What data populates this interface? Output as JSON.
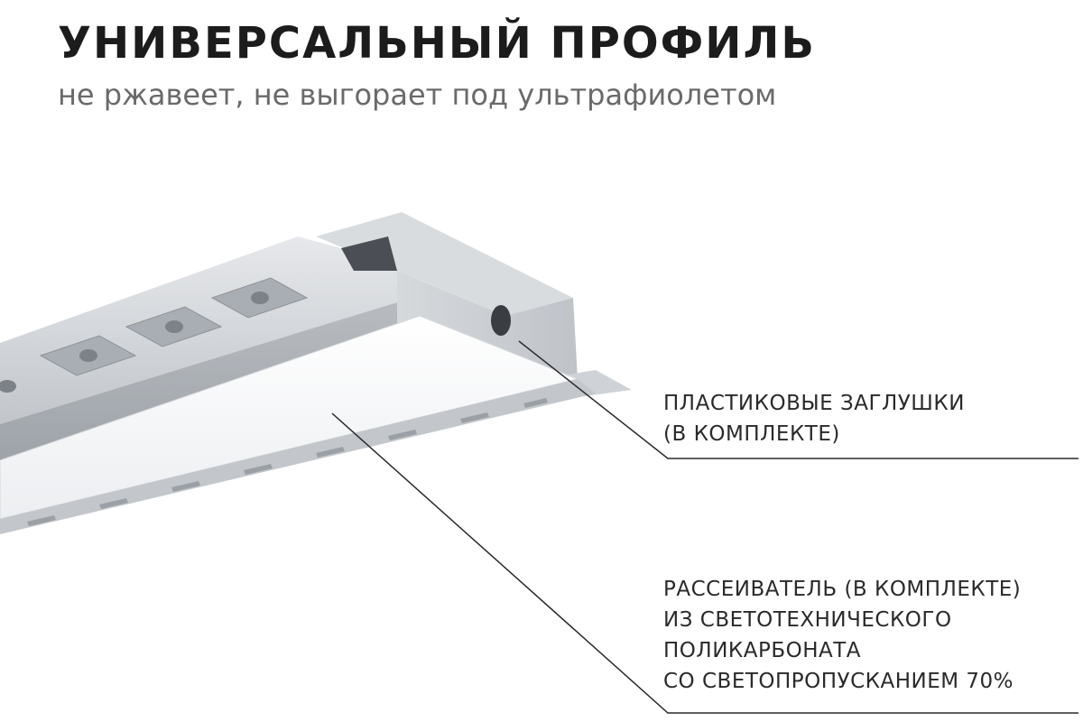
{
  "header": {
    "title": "УНИВЕРСАЛЬНЫЙ ПРОФИЛЬ",
    "subtitle": "не ржавеет, не выгорает под ультрафиолетом"
  },
  "callouts": {
    "plugs": {
      "line1": "ПЛАСТИКОВЫЕ ЗАГЛУШКИ",
      "line2": "(В КОМПЛЕКТЕ)"
    },
    "diffuser": {
      "line1": "РАССЕИВАТЕЛЬ (В КОМПЛЕКТЕ)",
      "line2": "ИЗ СВЕТОТЕХНИЧЕСКОГО",
      "line3": "ПОЛИКАРБОНАТА",
      "line4": "СО СВЕТОПРОПУСКАНИЕМ 70%"
    }
  },
  "colors": {
    "title": "#1c1c1c",
    "subtitle": "#6a6a6a",
    "aluminum": "#c9ccd0",
    "diffuser": "#f7f8fa",
    "leader_line": "#2a2a2a"
  }
}
